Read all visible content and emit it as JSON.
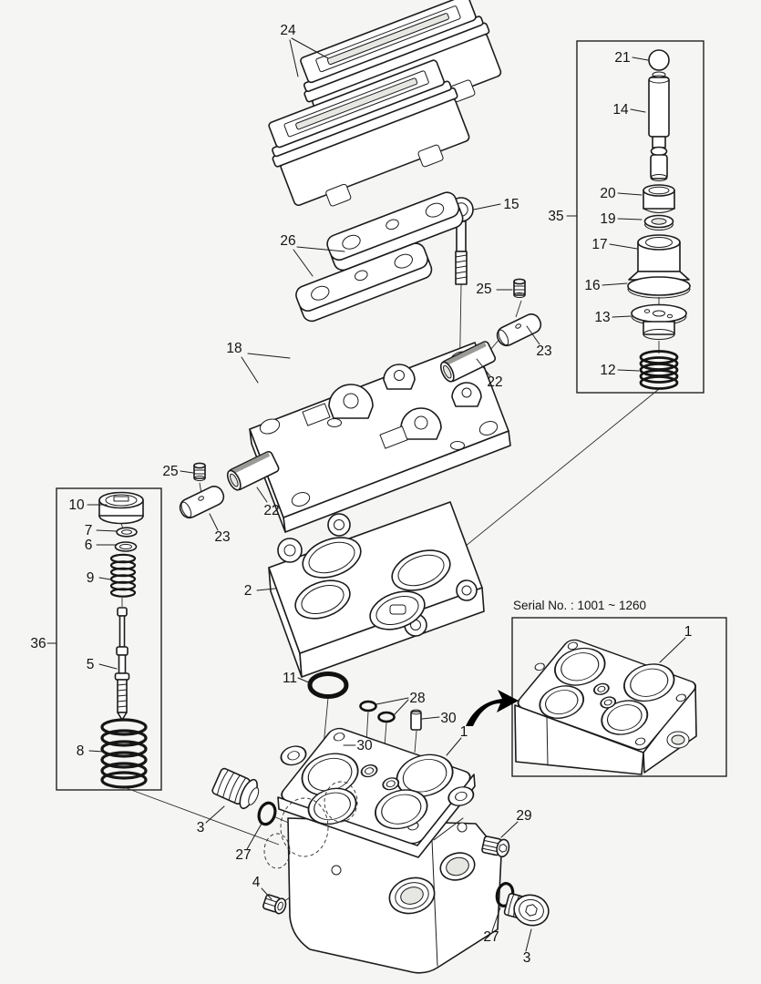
{
  "colors": {
    "background": "#f5f5f3",
    "line": "#1b1b1b",
    "label": "#141414",
    "arrow": "#000000"
  },
  "figure": {
    "serial_note": "Serial No. : 1001 ~ 1260",
    "callouts": {
      "c24": "24",
      "c15": "15",
      "c26": "26",
      "c25a": "25",
      "c23a": "23",
      "c22a": "22",
      "c18": "18",
      "c35": "35",
      "c21": "21",
      "c14": "14",
      "c20": "20",
      "c19": "19",
      "c17": "17",
      "c16": "16",
      "c13": "13",
      "c12": "12",
      "c25b": "25",
      "c22b": "22",
      "c23b": "23",
      "c10": "10",
      "c7": "7",
      "c6": "6",
      "c9": "9",
      "c36": "36",
      "c5": "5",
      "c8": "8",
      "c2": "2",
      "c11": "11",
      "c28": "28",
      "c30a": "30",
      "c30b": "30",
      "c1": "1",
      "c3a": "3",
      "c27a": "27",
      "c4": "4",
      "c29": "29",
      "c27b": "27",
      "c3b": "3",
      "c1_serial": "1"
    }
  }
}
